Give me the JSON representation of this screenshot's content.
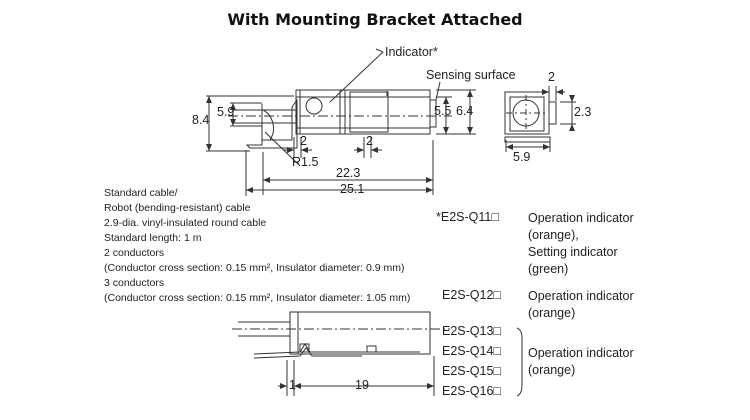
{
  "title": "With Mounting Bracket Attached",
  "labels": {
    "indicator": "Indicator*",
    "sensing_surface": "Sensing surface"
  },
  "dimensions": {
    "d_2_top": "2",
    "d_5_9": "5.9",
    "d_8_4": "8.4",
    "d_5_5": "5.5",
    "d_6_4": "6.4",
    "d_2_3": "2.3",
    "d_5_9_side": "5.9",
    "d_2_a": "2",
    "d_2_b": "2",
    "d_r1_5": "R1.5",
    "d_22_3": "22.3",
    "d_25_1": "25.1",
    "d_1": "1",
    "d_19": "19"
  },
  "cable_notes": [
    "Standard cable/",
    "Robot (bending-resistant) cable",
    "2.9-dia. vinyl-insulated round cable",
    "Standard length: 1 m",
    "2 conductors",
    "(Conductor cross section: 0.15 mm², Insulator diameter: 0.9 mm)",
    "3 conductors",
    "(Conductor cross section: 0.15 mm², Insulator diameter: 1.05 mm)"
  ],
  "models": [
    {
      "code": "*E2S-Q11□",
      "description": [
        "Operation indicator",
        "(orange),",
        "Setting indicator",
        "(green)"
      ]
    },
    {
      "code": "E2S-Q12□",
      "description": [
        "Operation indicator",
        "(orange)"
      ]
    }
  ],
  "grouped_models": {
    "codes": [
      "E2S-Q13□",
      "E2S-Q14□",
      "E2S-Q15□",
      "E2S-Q16□"
    ],
    "description": [
      "Operation indicator",
      "(orange)"
    ]
  }
}
